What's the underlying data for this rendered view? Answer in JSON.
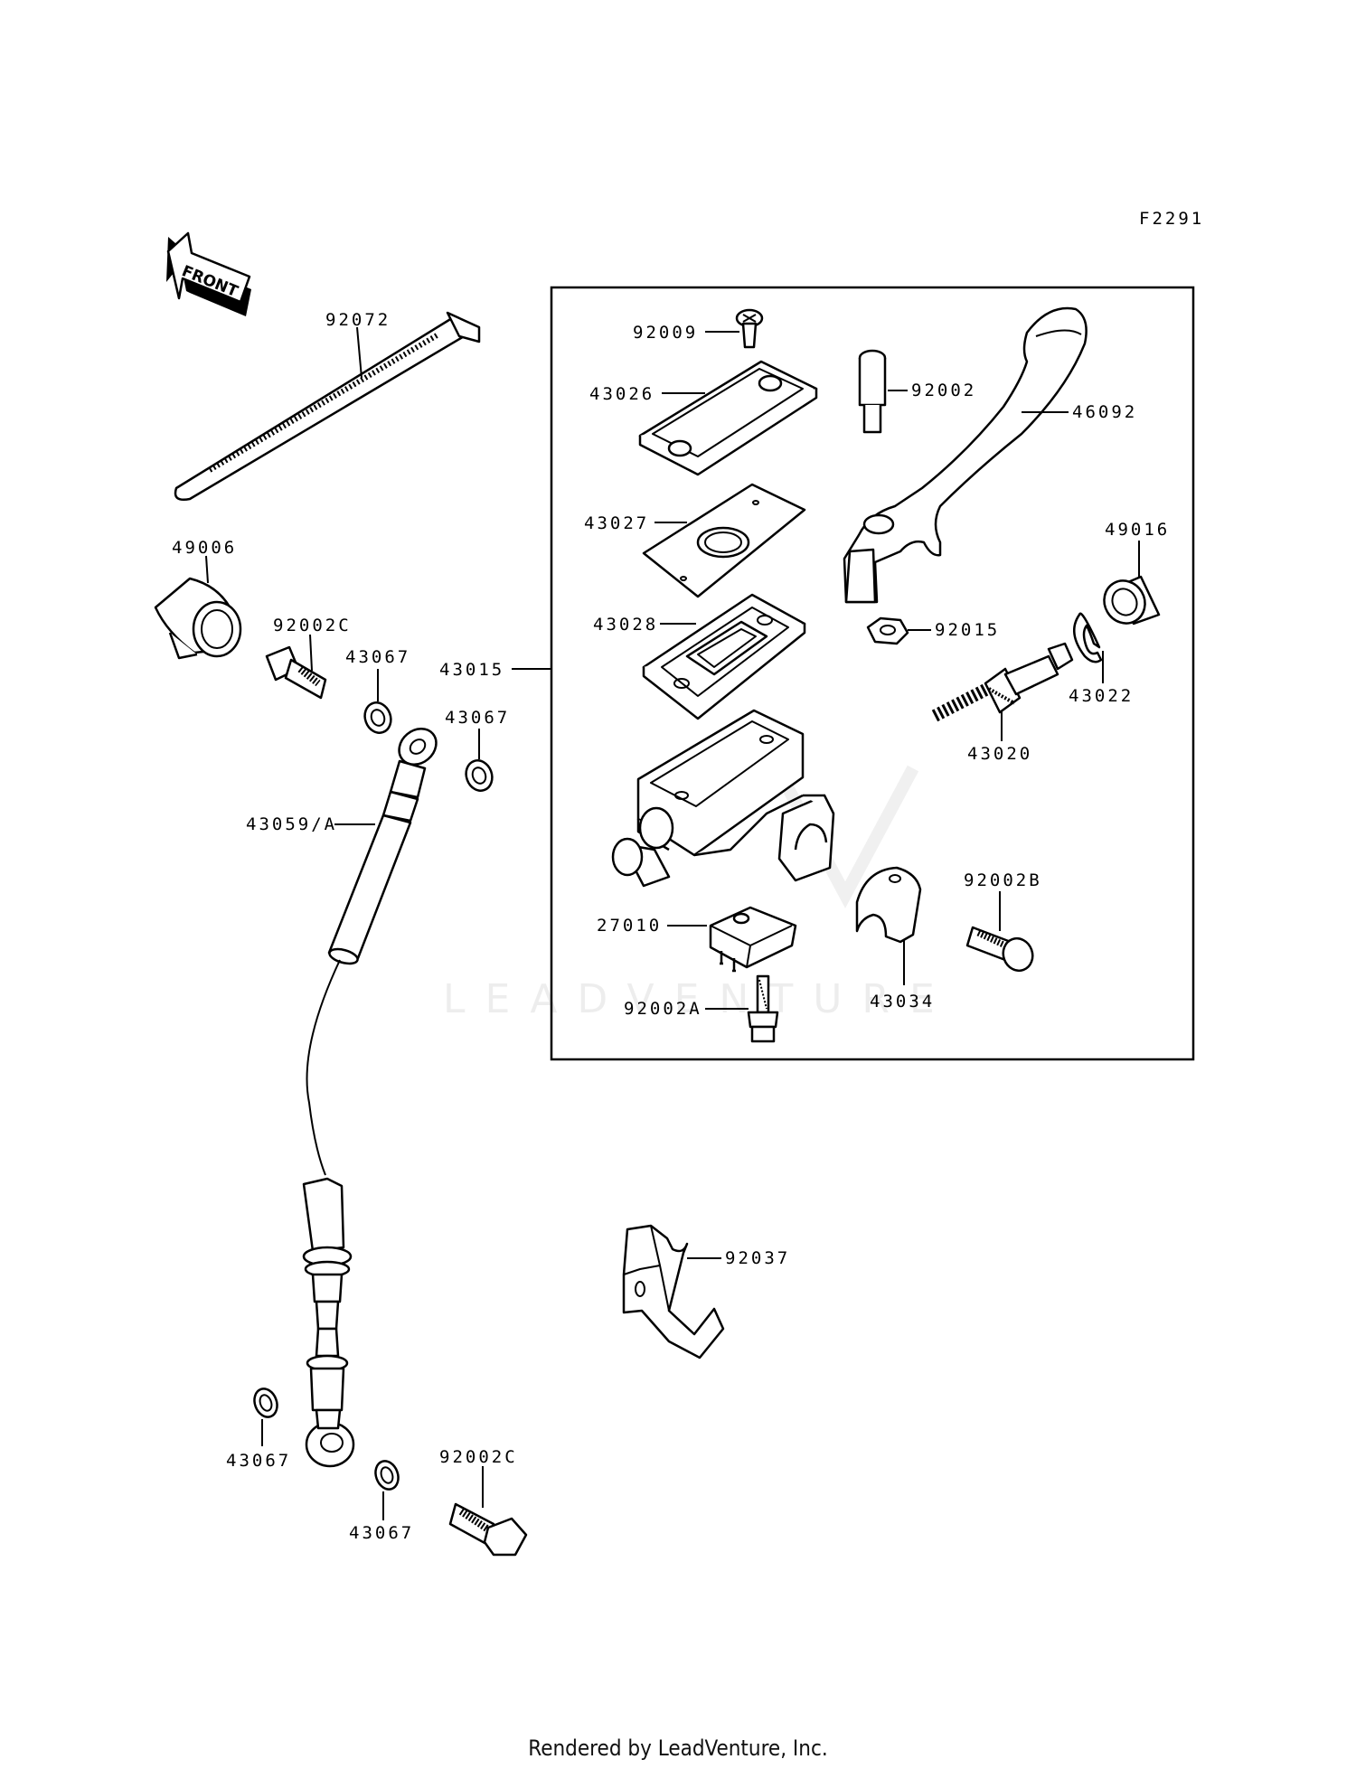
{
  "figure_code": "F2291",
  "direction_label": "FRONT",
  "watermark": "LEADVENTURE",
  "footer": "Rendered by LeadVenture, Inc.",
  "parts": {
    "p92072": "92072",
    "p49006": "49006",
    "p92002C_top": "92002C",
    "p43067_a": "43067",
    "p43067_b": "43067",
    "p43015": "43015",
    "p43059A": "43059/A",
    "p92009": "92009",
    "p43026": "43026",
    "p43027": "43027",
    "p43028": "43028",
    "p92002": "92002",
    "p46092": "46092",
    "p49016": "49016",
    "p92015": "92015",
    "p43022": "43022",
    "p43020": "43020",
    "p92002B": "92002B",
    "p27010": "27010",
    "p43034": "43034",
    "p92002A": "92002A",
    "p92037": "92037",
    "p43067_c": "43067",
    "p43067_d": "43067",
    "p92002C_bottom": "92002C"
  }
}
